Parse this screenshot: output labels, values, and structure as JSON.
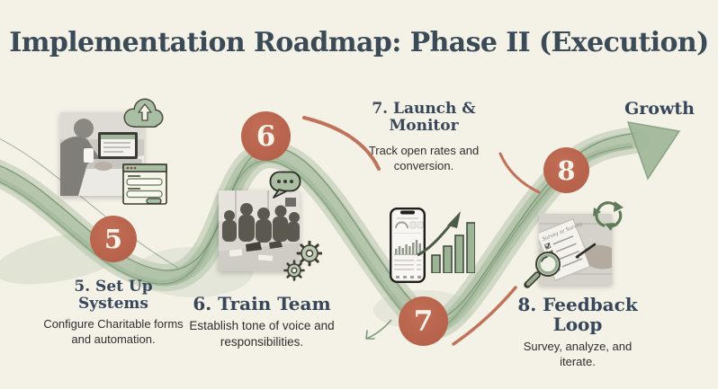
{
  "slide": {
    "title": "Implementation Roadmap: Phase II (Execution)",
    "growth_label": "Growth"
  },
  "steps": [
    {
      "number": "5",
      "heading": "5. Set Up Systems",
      "description": "Configure Charitable forms and automation."
    },
    {
      "number": "6",
      "heading": "6. Train Team",
      "description": "Establish tone of voice and responsibilities."
    },
    {
      "number": "7",
      "heading": "7. Launch & Monitor",
      "description": "Track open rates and conversion."
    },
    {
      "number": "8",
      "heading": "8. Feedback Loop",
      "description": "Survey, analyze, and iterate."
    }
  ],
  "photos": [
    {
      "name": "person-typing-on-laptop"
    },
    {
      "name": "team-meeting-around-table"
    },
    {
      "name": "hand-filling-survey-checklist",
      "paper_text": "Survey or Survey"
    }
  ],
  "icons": [
    "cloud-upload-icon",
    "form-window-icon",
    "speech-bubble-icon",
    "gears-icon",
    "phone-analytics-icon",
    "bar-chart-growth-icon",
    "recycle-loop-icon",
    "magnifier-icon",
    "growth-arrow"
  ],
  "colors": {
    "background": "#f4f1e7",
    "title_text": "#3a4a57",
    "body_text": "#2f2f2f",
    "step_circle": "#b96350",
    "circle_number": "#f8f4ea",
    "path_green": "#a9bfa3",
    "path_line": "#6d8a67",
    "accent_swoosh": "#c0735a"
  }
}
